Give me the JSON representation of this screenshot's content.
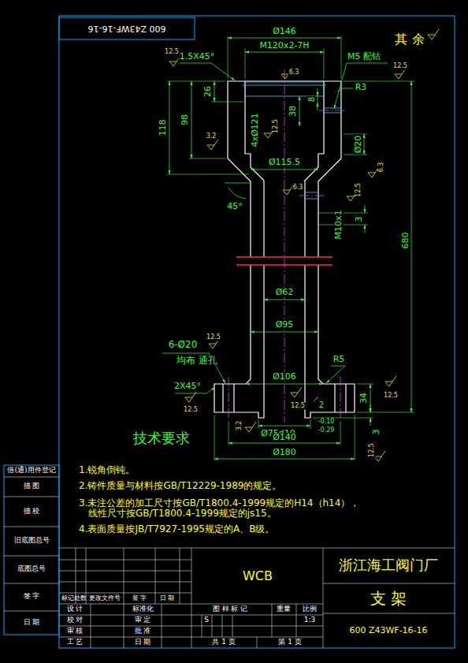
{
  "diagram": {
    "labels": [
      "600  Z43WF-16-16",
      "其 余",
      "Ø146",
      "M120x2-7H",
      "M5 配钻",
      "1.5X45°",
      "12.5",
      "12.5",
      "6.3",
      "R3",
      "26",
      "8",
      "98",
      "118",
      "38",
      "4xØ121",
      "12.5",
      "Ø20",
      "3.2",
      "M10x1",
      "6.3",
      "Ø115.5",
      "6.3",
      "45°",
      "12.5",
      "3",
      "680",
      "Ø62",
      "Ø95",
      "6-Ø20",
      "12.5",
      "均布 通孔",
      "R5",
      "Ø106",
      "2X45°",
      "12.5",
      "12.5",
      "12.5",
      "2",
      "34",
      "3.2",
      "Ø75d10",
      "-0.10",
      "-0.29",
      "Ø140",
      "3",
      "Ø180",
      "12.5",
      "技术要求",
      "1.锐角倒钝。",
      "2.铸件质量与材料按GB/T12229-1989的规定。",
      "3.未注公差的加工尺寸按GB/T1800.4-1999规定的H14（h14）， 线性尺寸按GB/T1800.4-1999规定的js15。",
      "4.表面质量按JB/T7927-1995规定的A、B级。",
      "借(通)用件登记",
      "描 图",
      "描 校",
      "旧底图总号",
      "底图总号",
      "签 字",
      "日 期",
      "标记",
      "处数",
      "更改文件号",
      "签 字",
      "日 期",
      "设 计",
      "校 对",
      "审 核",
      "工 艺",
      "标准化",
      "审 定",
      "批 准",
      "日 期",
      "WCB",
      "浙江海工阀门厂",
      "图 样 标 记",
      "重量",
      "比例",
      "S",
      "1:3",
      "支 架",
      "共 1 页",
      "第 1 页",
      "600  Z43WF-16-16"
    ]
  }
}
